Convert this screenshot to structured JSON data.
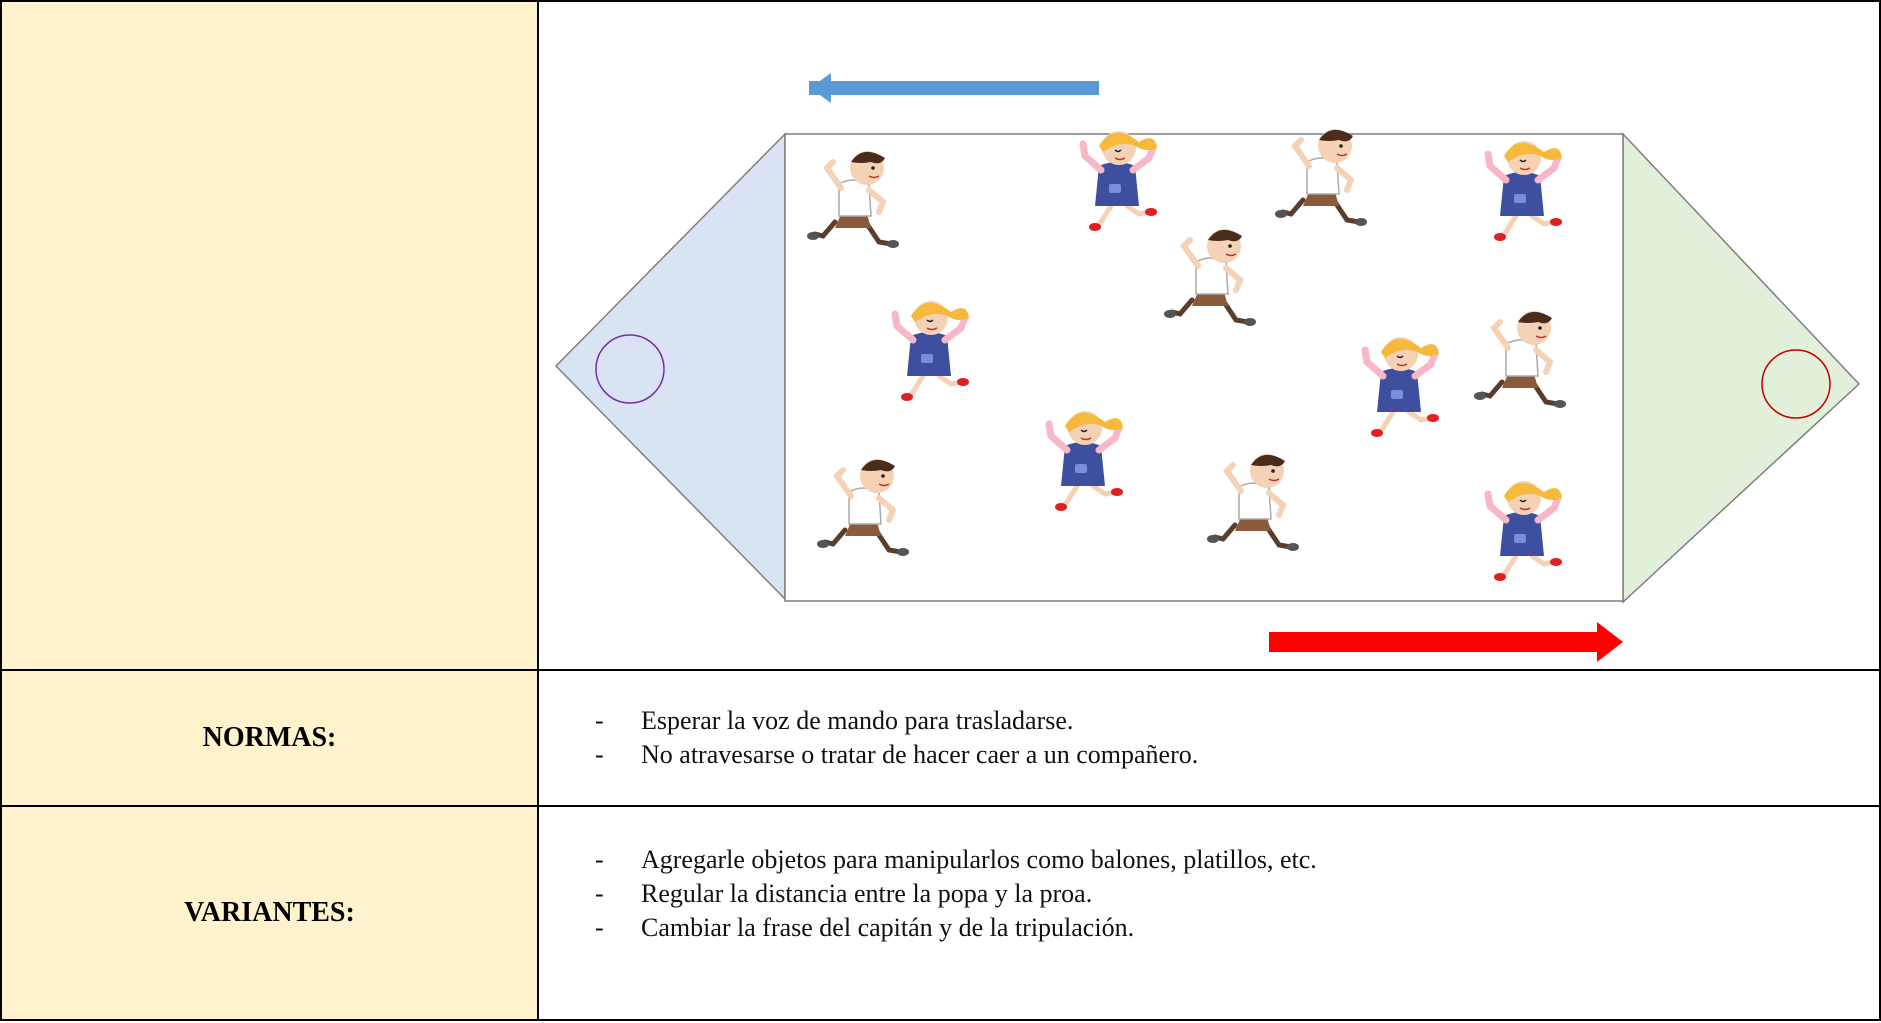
{
  "sections": {
    "normas": {
      "label": "NORMAS:",
      "items": [
        "Esperar la voz de mando para trasladarse.",
        "No atravesarse o tratar de hacer caer a un compañero."
      ]
    },
    "variantes": {
      "label": "VARIANTES:",
      "items": [
        "Agregarle objetos para manipularlos como balones, platillos, etc.",
        "Regular la distancia entre la popa y la proa.",
        "Cambiar la frase del capitán y de la tripulación."
      ]
    }
  },
  "diagram": {
    "colors": {
      "left_triangle": "#dae3f3",
      "right_triangle": "#e2efda",
      "top_arrow": "#5b9bd5",
      "bottom_arrow": "#ff0000",
      "left_circle": "#7030a0",
      "right_circle": "#c00000"
    },
    "figures": [
      {
        "kind": "boy"
      },
      {
        "kind": "girl"
      },
      {
        "kind": "boy"
      },
      {
        "kind": "girl"
      },
      {
        "kind": "girl"
      },
      {
        "kind": "boy"
      },
      {
        "kind": "girl"
      },
      {
        "kind": "boy"
      },
      {
        "kind": "girl"
      },
      {
        "kind": "boy"
      },
      {
        "kind": "boy"
      },
      {
        "kind": "girl"
      }
    ]
  }
}
